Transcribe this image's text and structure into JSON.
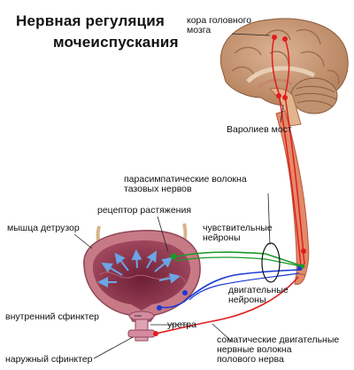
{
  "title": {
    "line1": "Нервная регуляция",
    "line2": "мочеиспускания"
  },
  "labels": {
    "cortex_l1": "кора головного",
    "cortex_l2": "мозга",
    "pons": "Варолиев мост",
    "parasym_l1": "парасимпатические волокна",
    "parasym_l2": "тазовых нервов",
    "stretch_receptor": "рецептор растяжения",
    "sensory_l1": "чувствительные",
    "sensory_l2": "нейроны",
    "detrusor": "мышца детрузор",
    "motor_l1": "двигательные",
    "motor_l2": "нейроны",
    "internal_sphincter": "внутренний сфинктер",
    "urethra": "уретра",
    "somatic_l1": "соматические двигательные",
    "somatic_l2": "нервные волокна",
    "somatic_l3": "полового нерва",
    "external_sphincter": "наружный сфинктер"
  },
  "colors": {
    "brain": "#c89a78",
    "brain_fold": "#9c6d4e",
    "spinal_cord": "#d97a5a",
    "red_path": "#e01e1e",
    "green_path": "#1a9a2a",
    "blue_path": "#1a3ad6",
    "bladder_wall": "#c77a86",
    "bladder_inner": "#8e2e48",
    "arrow_blue": "#6aa6e6"
  }
}
